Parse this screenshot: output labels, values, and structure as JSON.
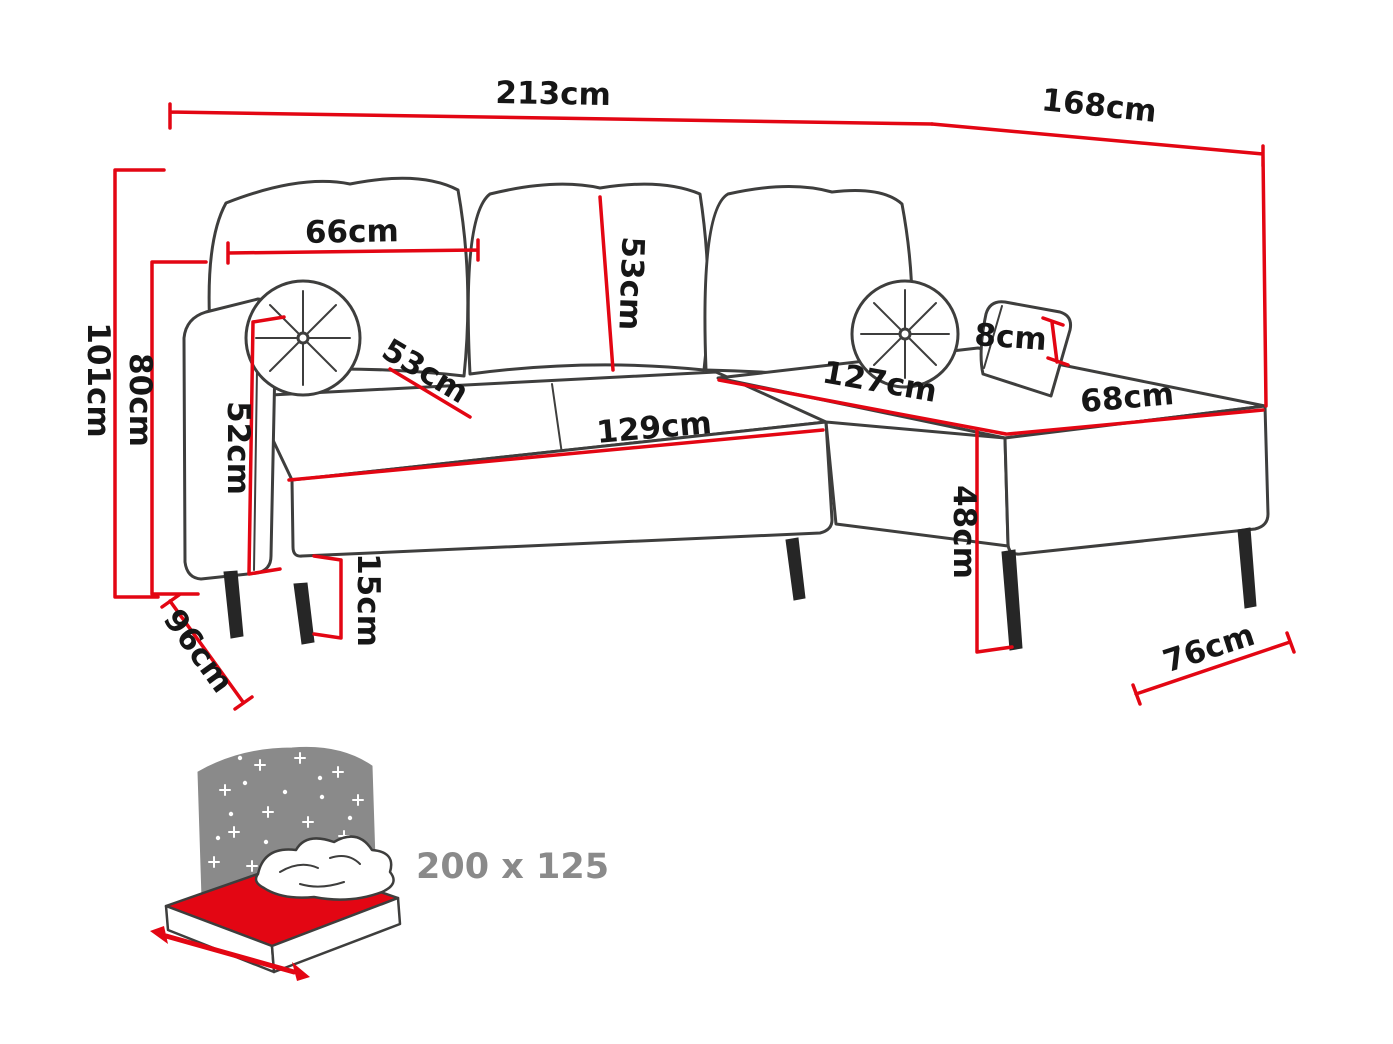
{
  "colors": {
    "dimension_red": "#e30613",
    "outline_gray": "#3e3e3d",
    "bed_gray": "#8a8a8a",
    "label_black": "#161616"
  },
  "dimensions": {
    "total_width": {
      "value": "213",
      "unit": "cm"
    },
    "total_depth": {
      "value": "168",
      "unit": "cm"
    },
    "total_height": {
      "value": "101",
      "unit": "cm"
    },
    "backrest_height": {
      "value": "80",
      "unit": "cm"
    },
    "back_cushion_width": {
      "value": "66",
      "unit": "cm"
    },
    "back_cushion_height": {
      "value": "53",
      "unit": "cm"
    },
    "seat_depth": {
      "value": "53",
      "unit": "cm"
    },
    "armrest_height": {
      "value": "52",
      "unit": "cm"
    },
    "seat_width": {
      "value": "129",
      "unit": "cm"
    },
    "chaise_length": {
      "value": "127",
      "unit": "cm"
    },
    "chaise_width": {
      "value": "68",
      "unit": "cm"
    },
    "armrest_width": {
      "value": "8",
      "unit": "cm"
    },
    "seat_height": {
      "value": "48",
      "unit": "cm"
    },
    "leg_height": {
      "value": "15",
      "unit": "cm"
    },
    "side_depth": {
      "value": "96",
      "unit": "cm"
    },
    "chaise_base_width": {
      "value": "76",
      "unit": "cm"
    }
  },
  "sleeping_area": {
    "label": "200 x 125"
  }
}
